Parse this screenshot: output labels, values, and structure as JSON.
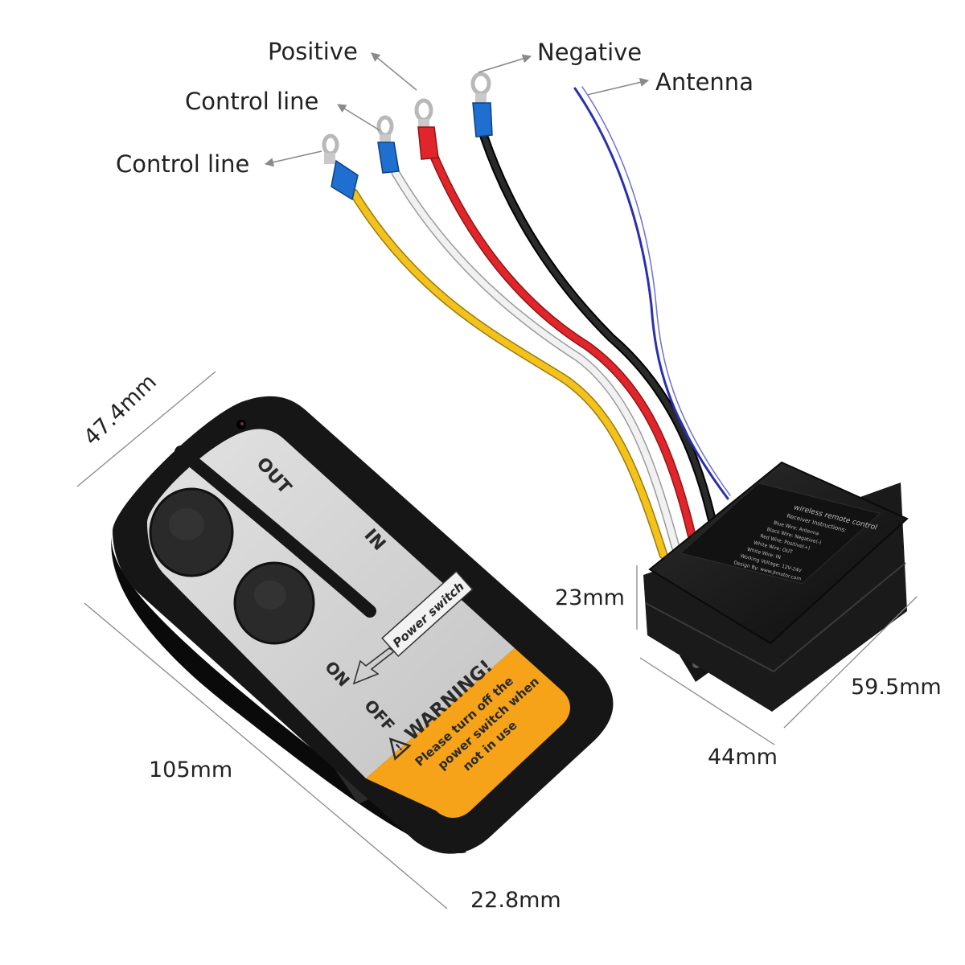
{
  "wire_labels": {
    "positive": "Positive",
    "negative": "Negative",
    "antenna": "Antenna",
    "control_line_upper": "Control line",
    "control_line_lower": "Control line"
  },
  "dimensions": {
    "remote_width": "47.4mm",
    "remote_length": "105mm",
    "remote_thickness": "22.8mm",
    "receiver_height": "23mm",
    "receiver_width": "44mm",
    "receiver_length": "59.5mm"
  },
  "remote": {
    "out_label": "OUT",
    "in_label": "IN",
    "on_label": "ON",
    "off_label": "OFF",
    "power_switch_label": "Power switch",
    "warning_title": "WARNING!",
    "warning_line1": "Please turn off the",
    "warning_line2": "power switch when",
    "warning_line3": "not in use"
  },
  "receiver": {
    "line1": "wireless remote control",
    "line2": "Receiver Instructions:",
    "line3": "Blue Wire: Antenna",
    "line4": "Black Wire: Negative(-)",
    "line5": "Red Wire: Positive(+)",
    "line6": "White Wire: OUT",
    "line7": "White Wire: IN",
    "line8": "Working Voltage: 12V-24V",
    "line9": "Design By: www.jtmotor.com"
  },
  "colors": {
    "wire_yellow": "#f3c21b",
    "wire_white": "#e6e6e6",
    "wire_red": "#e0262b",
    "wire_black": "#1b1b1b",
    "wire_blue": "#2a2fb0",
    "terminal_blue": "#1f6fd1",
    "warning_orange": "#f6a31a",
    "remote_body": "#161616",
    "remote_panel": "#d3d3d3"
  }
}
